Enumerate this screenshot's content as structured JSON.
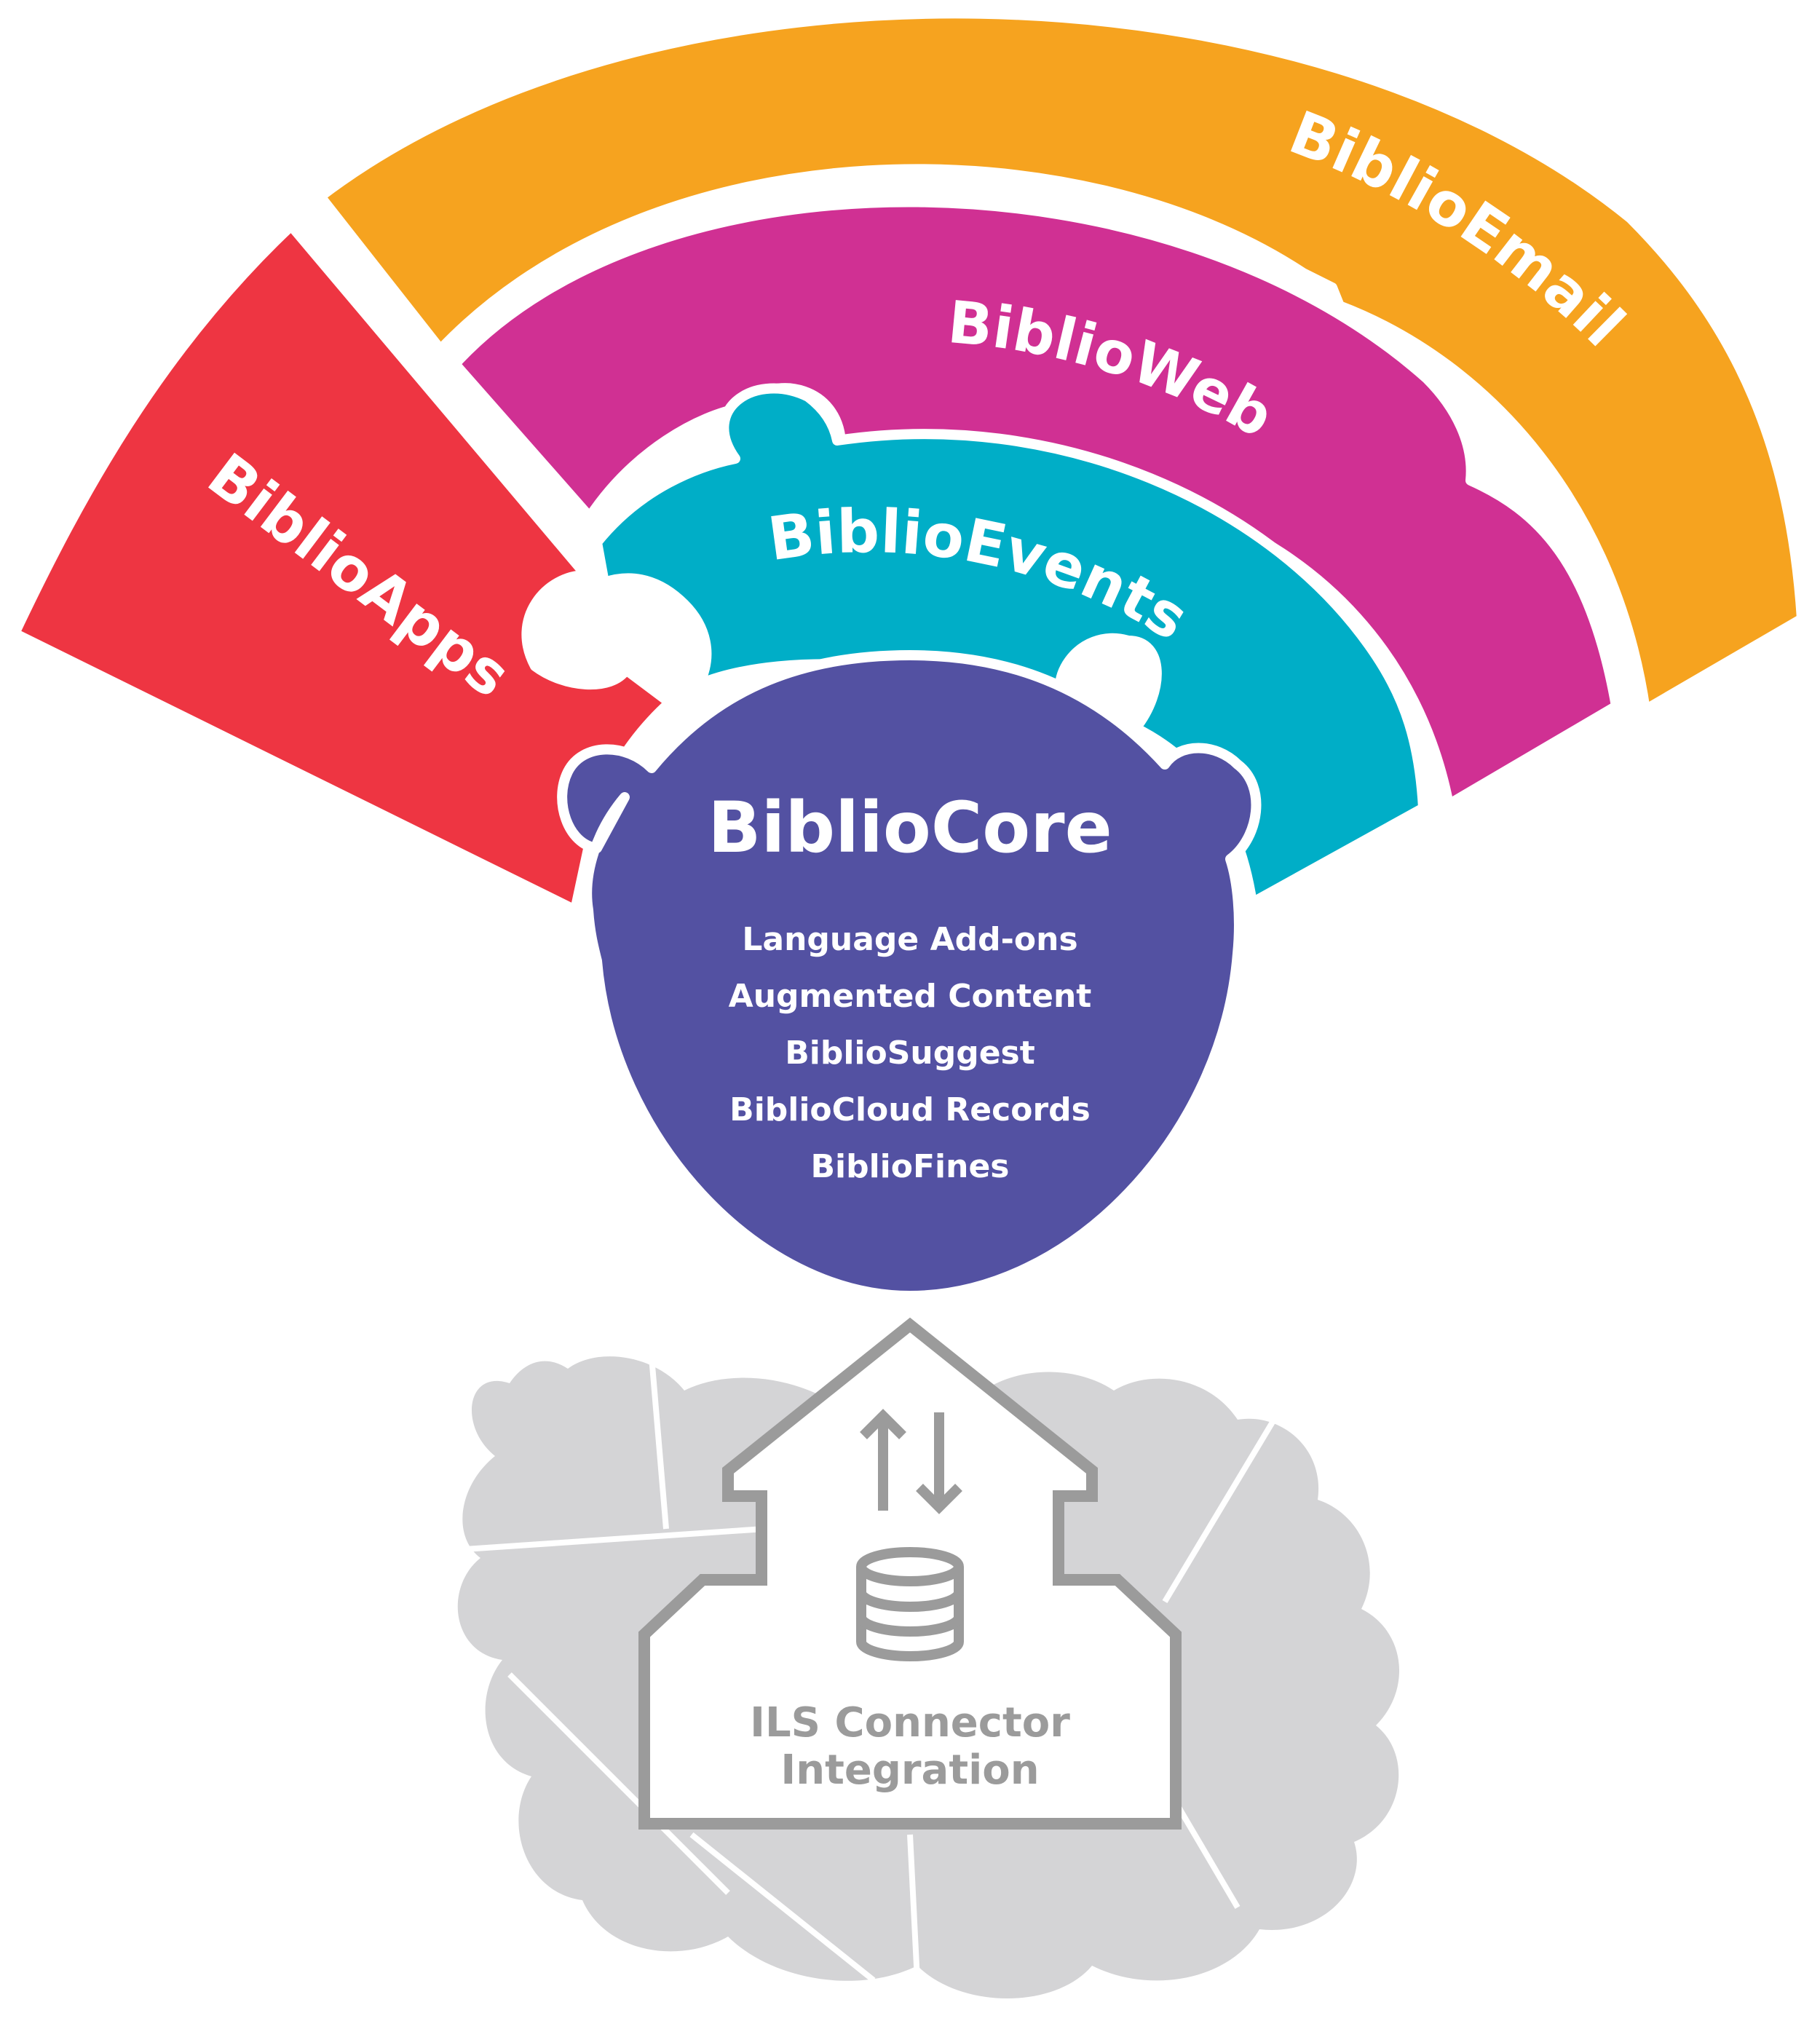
{
  "segments": {
    "email": {
      "label": "BiblioEmail",
      "color": "#f6a31f"
    },
    "web": {
      "label": "BiblioWeb",
      "color": "#d03093"
    },
    "events": {
      "label": "BiblioEvents",
      "color": "#00aec7"
    },
    "apps": {
      "label": "BiblioApps",
      "color": "#ee3542"
    }
  },
  "core": {
    "title": "BiblioCore",
    "color": "#5351a2",
    "items": [
      "Language Add-ons",
      "Augmented Content",
      "BiblioSuggest",
      "BiblioCloud Records",
      "BiblioFines"
    ]
  },
  "ils": {
    "line1": "ILS Connector",
    "line2": "Integration",
    "color": "#9b9b9b",
    "map_color": "#d4d4d6"
  },
  "icons": [
    "up-down-arrows-icon",
    "database-icon",
    "house-outline-icon",
    "map-blob-icon"
  ]
}
